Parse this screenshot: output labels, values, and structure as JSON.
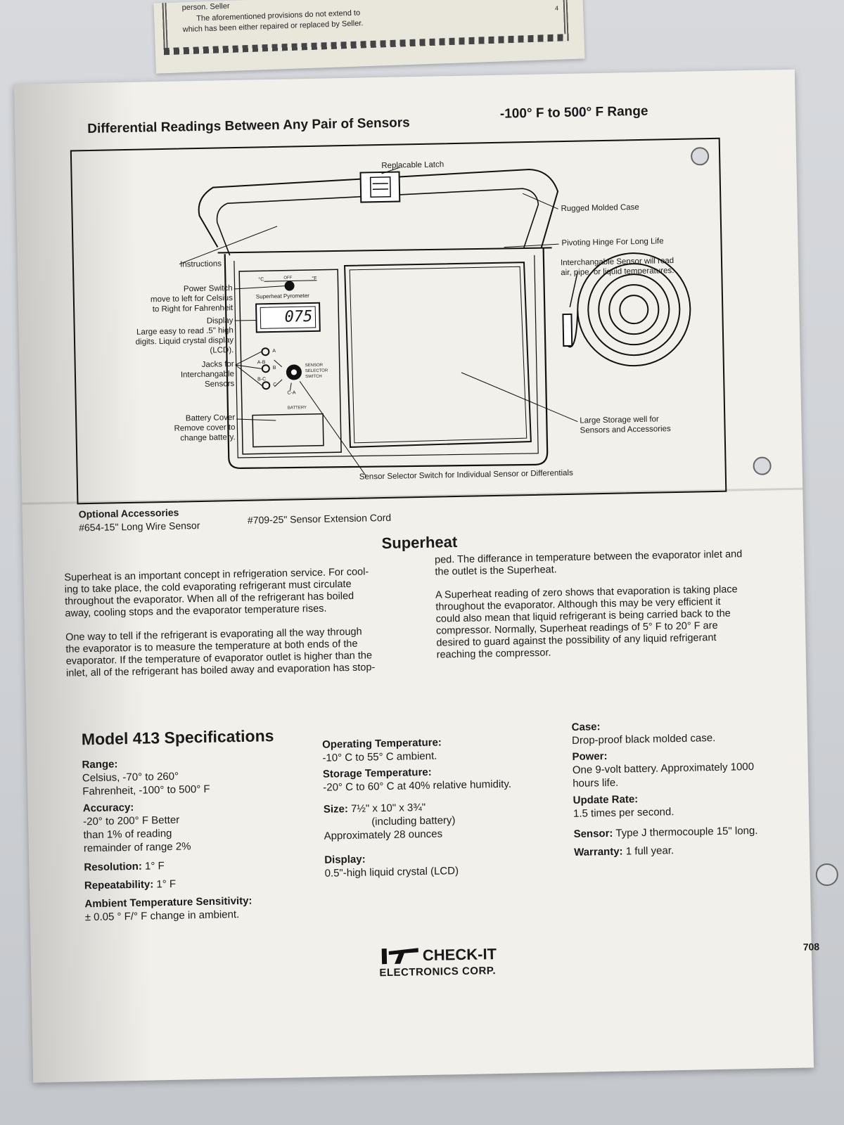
{
  "warranty": {
    "line1": "person. Seller",
    "line2": "The aforementioned provisions do not extend to",
    "line3": "which has been either repaired or replaced by Seller.",
    "page": "4"
  },
  "header": {
    "title": "Differential Readings Between Any Pair of Sensors",
    "range": "-100° F to 500° F Range"
  },
  "diagram": {
    "latch": "Replacable Latch",
    "case": "Rugged Molded Case",
    "hinge": "Pivoting Hinge For Long Life",
    "sensor_l1": "Interchangable Sensor will read",
    "sensor_l2": "air, pipe, or liquid temperatures.",
    "instructions": "Instructions",
    "power_l1": "Power Switch",
    "power_l2": "move to left for Celsius",
    "power_l3": "to Right for Fahrenheit",
    "display_l1": "Display",
    "display_l2": "Large easy to read .5\" high",
    "display_l3": "digits. Liquid crystal display",
    "display_l4": "(LCD).",
    "jacks_l1": "Jacks for",
    "jacks_l2": "Interchangable",
    "jacks_l3": "Sensors",
    "battery_l1": "Battery Cover",
    "battery_l2": "Remove cover to",
    "battery_l3": "change battery.",
    "storage_l1": "Large Storage well for",
    "storage_l2": "Sensors and Accessories",
    "selector": "Sensor Selector Switch for Individual Sensor or Differentials",
    "panel_title": "Superheat Pyrometer",
    "lcd": "075",
    "switch_c": "°C",
    "switch_off": "OFF",
    "switch_f": "°F",
    "jack_a": "A",
    "jack_ab": "A-B",
    "jack_b": "B",
    "jack_bc": "B-C",
    "jack_c": "C",
    "jack_ca": "C-A",
    "sel_l1": "SENSOR",
    "sel_l2": "SELECTOR",
    "sel_l3": "SWITCH",
    "battery_tag": "BATTERY"
  },
  "accessories": {
    "title": "Optional Accessories",
    "item1": "#654-15\" Long Wire Sensor",
    "item2": "#709-25\" Sensor Extension Cord"
  },
  "superheat": {
    "title": "Superheat",
    "p1": [
      "Superheat is an important concept in refrigeration service. For cool-",
      "ing to take place, the cold evaporating refrigerant must circulate",
      "throughout the evaporator. When all of the refrigerant has boiled",
      "away, cooling stops and the evaporator temperature rises."
    ],
    "p2": [
      "One way to tell if the refrigerant is evaporating all the way through",
      "the evaporator is to measure the temperature at both ends of the",
      "evaporator. If the temperature of evaporator outlet is higher than the",
      "inlet, all of the refrigerant has boiled away and evaporation has stop-"
    ],
    "p3": [
      "ped. The differance in temperature between the evaporator inlet and",
      "the outlet is the Superheat."
    ],
    "p4": [
      "A Superheat reading of zero shows that evaporation is taking place",
      "throughout the evaporator. Although this may be very efficient it",
      "could also mean that liquid refrigerant is being carried back to the",
      "compressor. Normally, Superheat readings of 5° F to 20° F are",
      "desired to guard against the possibility of any liquid refrigerant",
      "reaching the compressor."
    ]
  },
  "specs": {
    "title": "Model 413 Specifications",
    "range_k": "Range:",
    "range_v1": "Celsius, -70° to 260°",
    "range_v2": "Fahrenheit, -100° to 500° F",
    "acc_k": "Accuracy:",
    "acc_v1": "-20° to 200° F Better",
    "acc_v2": "than 1% of reading",
    "acc_v3": "remainder of range 2%",
    "res_k": "Resolution:",
    "res_v": "1° F",
    "rep_k": "Repeatability:",
    "rep_v": "1° F",
    "amb_k": "Ambient Temperature Sensitivity:",
    "amb_v": "± 0.05 ° F/° F change in ambient.",
    "op_k": "Operating Temperature:",
    "op_v": "-10° C to 55° C ambient.",
    "st_k": "Storage Temperature:",
    "st_v": "-20° C to 60° C at 40% relative humidity.",
    "size_k": "Size:",
    "size_v1": "7½\" x 10\" x 3¾\"",
    "size_v2": "(including battery)",
    "size_v3": "Approximately 28 ounces",
    "disp_k": "Display:",
    "disp_v": "0.5\"-high liquid crystal (LCD)",
    "case_k": "Case:",
    "case_v": "Drop-proof black molded case.",
    "power_k": "Power:",
    "power_v1": "One 9-volt battery. Approximately 1000",
    "power_v2": "hours life.",
    "upd_k": "Update Rate:",
    "upd_v": "1.5 times per second.",
    "sensor_k": "Sensor:",
    "sensor_v": "Type J thermocouple 15\" long.",
    "warr_k": "Warranty:",
    "warr_v": "1 full year."
  },
  "footer": {
    "logo_l1": "CHECK-IT",
    "logo_l2": "ELECTRONICS CORP.",
    "page": "708"
  }
}
